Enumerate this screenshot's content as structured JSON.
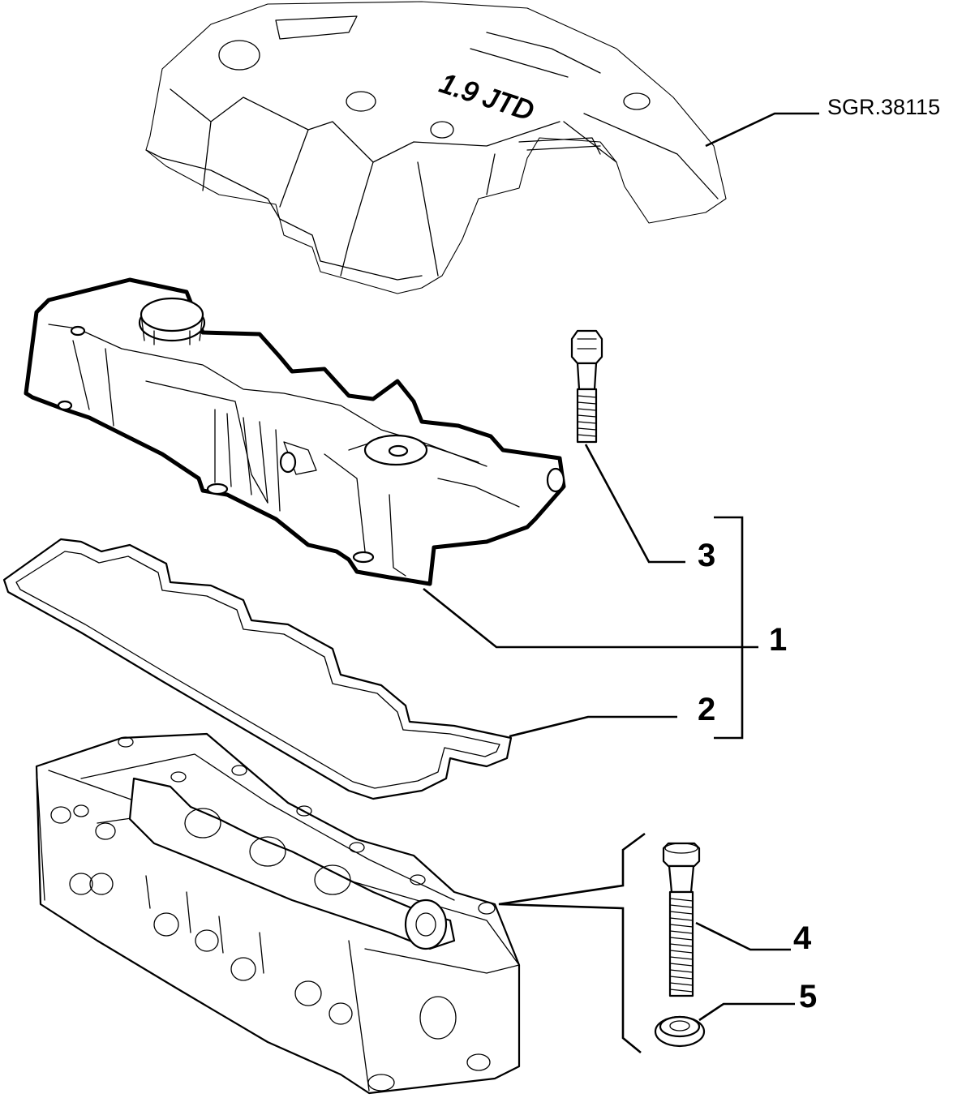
{
  "reference_code": "SGR.38115",
  "callouts": [
    {
      "id": "callout-1",
      "number": "1"
    },
    {
      "id": "callout-2",
      "number": "2"
    },
    {
      "id": "callout-3",
      "number": "3"
    },
    {
      "id": "callout-4",
      "number": "4"
    },
    {
      "id": "callout-5",
      "number": "5"
    }
  ],
  "engine_cover_badge": "1.9 JTD"
}
